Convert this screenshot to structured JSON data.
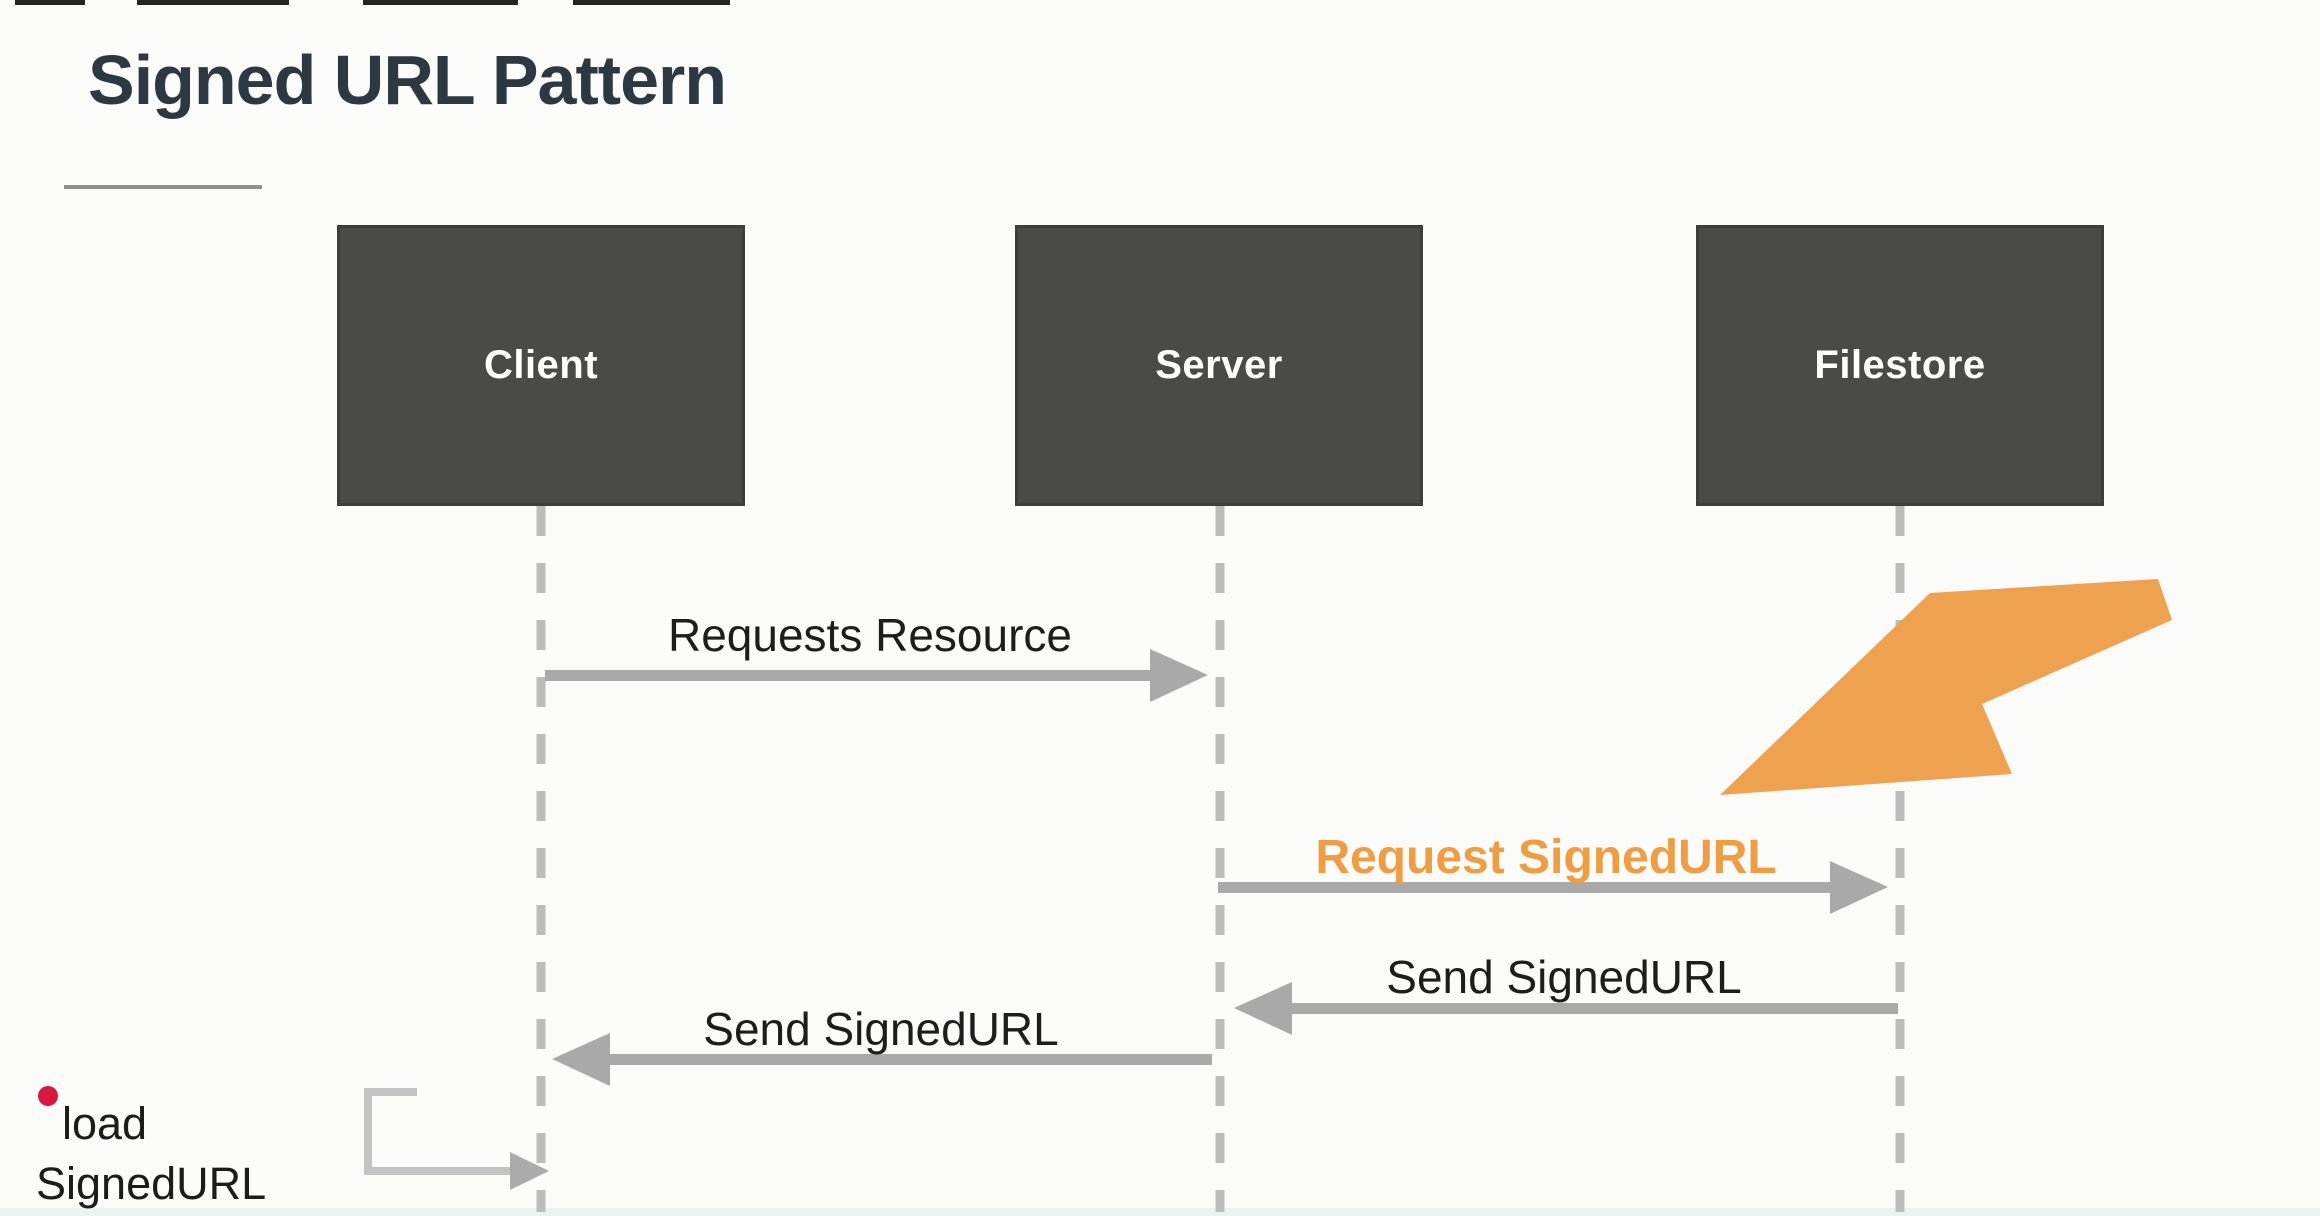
{
  "slide": {
    "title": "Signed URL Pattern"
  },
  "actors": [
    {
      "id": "client",
      "label": "Client"
    },
    {
      "id": "server",
      "label": "Server"
    },
    {
      "id": "filestore",
      "label": "Filestore"
    }
  ],
  "messages": [
    {
      "id": "requests-resource",
      "label": "Requests Resource",
      "from": "Client",
      "to": "Server",
      "direction": "right"
    },
    {
      "id": "request-signedurl",
      "label": "Request SignedURL",
      "from": "Server",
      "to": "Filestore",
      "direction": "right",
      "emphasis": "orange-highlight"
    },
    {
      "id": "send-signedurl-to-server",
      "label": "Send SignedURL",
      "from": "Filestore",
      "to": "Server",
      "direction": "left"
    },
    {
      "id": "send-signedurl-to-client",
      "label": "Send SignedURL",
      "from": "Server",
      "to": "Client",
      "direction": "left"
    },
    {
      "id": "load-signedurl",
      "label_line1": "load",
      "label_line2": "SignedURL",
      "from": "Client",
      "to": "Client",
      "type": "self-message"
    }
  ],
  "annotations": {
    "pointer_arrow": "large orange arrow pointing down-left at the Request SignedURL message",
    "red_dot": "small red dot bullet next to the load SignedURL note"
  },
  "colors": {
    "background": "#fbfbfa",
    "actor_box_fill": "#4a4a48",
    "actor_box_border": "#3d3d3b",
    "actor_text": "#ffffff",
    "title_text": "#2c3943",
    "title_underline": "#909090",
    "lifeline_gray": "#bcbcbc",
    "arrow_gray": "#a9a9a9",
    "self_loop_gray": "#c3c3c3",
    "label_text": "#1d1d1d",
    "highlight_orange_text": "#ef9d43",
    "pointer_arrow_orange": "#eea14e",
    "red_dot": "#d6193e",
    "top_bar_dark": "#242424"
  }
}
